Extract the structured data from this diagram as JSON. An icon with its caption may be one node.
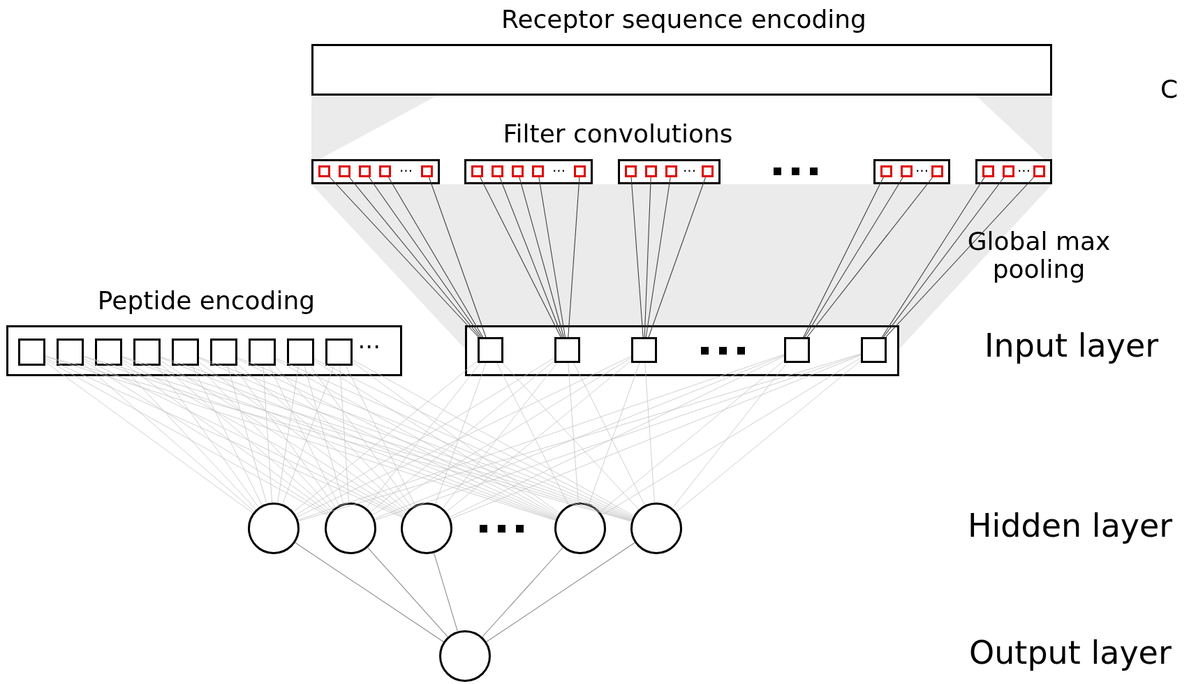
{
  "diagram": {
    "nodes": [
      {
        "text": [
          "Receptor sequence encoding"
        ]
      },
      {
        "text": [
          "···"
        ]
      },
      {
        "text": [],
        "shape": "box",
        "in": 1
      },
      {
        "text": [],
        "shape": "box",
        "in": 1
      },
      {
        "text": [],
        "shape": "box",
        "in": 1
      },
      {
        "text": [],
        "shape": "box",
        "in": 1
      },
      {
        "text": [],
        "shape": "box",
        "in": 1
      },
      {
        "text": [
          "···"
        ]
      },
      {
        "text": [],
        "shape": "box",
        "in": 7
      },
      {
        "text": [],
        "shape": "box",
        "in": 7
      },
      {
        "text": [],
        "shape": "box",
        "in": 7
      },
      {
        "text": [],
        "shape": "box",
        "in": 7
      },
      {
        "text": [],
        "shape": "box",
        "in": 7
      },
      {
        "text": [
          "···"
        ]
      },
      {
        "text": [],
        "shape": "box",
        "in": 13
      },
      {
        "text": [],
        "shape": "box",
        "in": 13
      },
      {
        "text": [],
        "shape": "box",
        "in": 13
      },
      {
        "text": [],
        "shape": "box",
        "in": 13
      },
      {
        "text": [
          "···"
        ]
      },
      {
        "text": [],
        "shape": "box",
        "in": 18
      },
      {
        "text": [],
        "shape": "box",
        "in": 18
      },
      {
        "text": [],
        "shape": "box",
        "in": 18
      },
      {
        "text": [
          "···"
        ]
      },
      {
        "text": [],
        "shape": "box",
        "in": 22
      },
      {
        "text": [],
        "shape": "box",
        "in": 22
      },
      {
        "text": [],
        "shape": "box",
        "in": 22
      },
      {
        "text": [
          "Peptide encoding",
          "···"
        ]
      },
      {
        "text": [],
        "shape": "box",
        "in": 26
      },
      {
        "text": [],
        "shape": "box",
        "in": 26
      },
      {
        "text": [],
        "shape": "box",
        "in": 26
      },
      {
        "text": [],
        "shape": "box",
        "in": 26
      },
      {
        "text": [],
        "shape": "box",
        "in": 26
      },
      {
        "text": [],
        "shape": "box",
        "in": 26
      },
      {
        "text": [],
        "shape": "box",
        "in": 26
      },
      {
        "text": [],
        "shape": "box",
        "in": 26
      },
      {
        "text": [],
        "shape": "box",
        "in": 26
      },
      {
        "text": [],
        "shape": "box"
      },
      {
        "text": [],
        "shape": "box",
        "in": 36
      },
      {
        "text": [],
        "shape": "box",
        "in": 36
      },
      {
        "text": [],
        "shape": "box",
        "in": 36
      },
      {
        "text": [],
        "shape": "box",
        "in": 36
      },
      {
        "text": [],
        "shape": "box",
        "in": 36
      },
      {
        "text": [],
        "shape": "circle"
      },
      {
        "text": [],
        "shape": "circle"
      },
      {
        "text": [],
        "shape": "circle"
      },
      {
        "text": [],
        "shape": "circle"
      },
      {
        "text": [],
        "shape": "circle"
      },
      {
        "text": [],
        "shape": "circle"
      }
    ],
    "edges": [
      {
        "from": 2,
        "to": 37,
        "arrow": "none",
        "color": "#404040"
      },
      {
        "from": 3,
        "to": 37,
        "arrow": "none",
        "color": "#404040"
      },
      {
        "from": 4,
        "to": 37,
        "arrow": "none",
        "color": "#404040"
      },
      {
        "from": 5,
        "to": 37,
        "arrow": "none",
        "color": "#404040"
      },
      {
        "from": 6,
        "to": 37,
        "arrow": "none",
        "color": "#404040"
      },
      {
        "from": 8,
        "to": 38,
        "arrow": "none",
        "color": "#404040"
      },
      {
        "from": 9,
        "to": 38,
        "arrow": "none",
        "color": "#404040"
      },
      {
        "from": 10,
        "to": 38,
        "arrow": "none",
        "color": "#404040"
      },
      {
        "from": 11,
        "to": 38,
        "arrow": "none",
        "color": "#404040"
      },
      {
        "from": 12,
        "to": 38,
        "arrow": "none",
        "color": "#404040"
      },
      {
        "from": 14,
        "to": 39,
        "arrow": "none",
        "color": "#404040"
      },
      {
        "from": 15,
        "to": 39,
        "arrow": "none",
        "color": "#404040"
      },
      {
        "from": 16,
        "to": 39,
        "arrow": "none",
        "color": "#404040"
      },
      {
        "from": 17,
        "to": 39,
        "arrow": "none",
        "color": "#404040"
      },
      {
        "from": 19,
        "to": 40,
        "arrow": "none",
        "color": "#404040"
      },
      {
        "from": 20,
        "to": 40,
        "arrow": "none",
        "color": "#404040"
      },
      {
        "from": 21,
        "to": 40,
        "arrow": "none",
        "color": "#404040"
      },
      {
        "from": 23,
        "to": 41,
        "arrow": "none",
        "color": "#404040"
      },
      {
        "from": 24,
        "to": 41,
        "arrow": "none",
        "color": "#404040"
      },
      {
        "from": 25,
        "to": 41,
        "arrow": "none",
        "color": "#404040"
      },
      {
        "from": 27,
        "to": 42,
        "arrow": "none"
      },
      {
        "from": 27,
        "to": 43,
        "arrow": "none"
      },
      {
        "from": 27,
        "to": 44,
        "arrow": "none"
      },
      {
        "from": 27,
        "to": 45,
        "arrow": "none"
      },
      {
        "from": 27,
        "to": 46,
        "arrow": "none"
      },
      {
        "from": 28,
        "to": 42,
        "arrow": "none"
      },
      {
        "from": 28,
        "to": 43,
        "arrow": "none"
      },
      {
        "from": 28,
        "to": 44,
        "arrow": "none"
      },
      {
        "from": 28,
        "to": 45,
        "arrow": "none"
      },
      {
        "from": 28,
        "to": 46,
        "arrow": "none"
      },
      {
        "from": 29,
        "to": 42,
        "arrow": "none"
      },
      {
        "from": 29,
        "to": 43,
        "arrow": "none"
      },
      {
        "from": 29,
        "to": 44,
        "arrow": "none"
      },
      {
        "from": 29,
        "to": 45,
        "arrow": "none"
      },
      {
        "from": 29,
        "to": 46,
        "arrow": "none"
      },
      {
        "from": 30,
        "to": 42,
        "arrow": "none"
      },
      {
        "from": 30,
        "to": 43,
        "arrow": "none"
      },
      {
        "from": 30,
        "to": 44,
        "arrow": "none"
      },
      {
        "from": 30,
        "to": 45,
        "arrow": "none"
      },
      {
        "from": 30,
        "to": 46,
        "arrow": "none"
      },
      {
        "from": 31,
        "to": 42,
        "arrow": "none"
      },
      {
        "from": 31,
        "to": 43,
        "arrow": "none"
      },
      {
        "from": 31,
        "to": 44,
        "arrow": "none"
      },
      {
        "from": 31,
        "to": 45,
        "arrow": "none"
      },
      {
        "from": 31,
        "to": 46,
        "arrow": "none"
      },
      {
        "from": 32,
        "to": 42,
        "arrow": "none"
      },
      {
        "from": 32,
        "to": 43,
        "arrow": "none"
      },
      {
        "from": 32,
        "to": 44,
        "arrow": "none"
      },
      {
        "from": 32,
        "to": 45,
        "arrow": "none"
      },
      {
        "from": 32,
        "to": 46,
        "arrow": "none"
      },
      {
        "from": 33,
        "to": 42,
        "arrow": "none"
      },
      {
        "from": 33,
        "to": 43,
        "arrow": "none"
      },
      {
        "from": 33,
        "to": 44,
        "arrow": "none"
      },
      {
        "from": 33,
        "to": 45,
        "arrow": "none"
      },
      {
        "from": 33,
        "to": 46,
        "arrow": "none"
      },
      {
        "from": 34,
        "to": 42,
        "arrow": "none"
      },
      {
        "from": 34,
        "to": 43,
        "arrow": "none"
      },
      {
        "from": 34,
        "to": 44,
        "arrow": "none"
      },
      {
        "from": 34,
        "to": 45,
        "arrow": "none"
      },
      {
        "from": 34,
        "to": 46,
        "arrow": "none"
      },
      {
        "from": 35,
        "to": 42,
        "arrow": "none"
      },
      {
        "from": 35,
        "to": 43,
        "arrow": "none"
      },
      {
        "from": 35,
        "to": 44,
        "arrow": "none"
      },
      {
        "from": 35,
        "to": 45,
        "arrow": "none"
      },
      {
        "from": 35,
        "to": 46,
        "arrow": "none"
      },
      {
        "from": 37,
        "to": 42,
        "arrow": "none"
      },
      {
        "from": 37,
        "to": 43,
        "arrow": "none"
      },
      {
        "from": 37,
        "to": 44,
        "arrow": "none"
      },
      {
        "from": 37,
        "to": 45,
        "arrow": "none"
      },
      {
        "from": 37,
        "to": 46,
        "arrow": "none"
      },
      {
        "from": 38,
        "to": 42,
        "arrow": "none"
      },
      {
        "from": 38,
        "to": 43,
        "arrow": "none"
      },
      {
        "from": 38,
        "to": 44,
        "arrow": "none"
      },
      {
        "from": 38,
        "to": 45,
        "arrow": "none"
      },
      {
        "from": 38,
        "to": 46,
        "arrow": "none"
      },
      {
        "from": 39,
        "to": 42,
        "arrow": "none"
      },
      {
        "from": 39,
        "to": 43,
        "arrow": "none"
      },
      {
        "from": 39,
        "to": 44,
        "arrow": "none"
      },
      {
        "from": 39,
        "to": 45,
        "arrow": "none"
      },
      {
        "from": 39,
        "to": 46,
        "arrow": "none"
      },
      {
        "from": 40,
        "to": 42,
        "arrow": "none"
      },
      {
        "from": 40,
        "to": 43,
        "arrow": "none"
      },
      {
        "from": 40,
        "to": 44,
        "arrow": "none"
      },
      {
        "from": 40,
        "to": 45,
        "arrow": "none"
      },
      {
        "from": 40,
        "to": 46,
        "arrow": "none"
      },
      {
        "from": 41,
        "to": 42,
        "arrow": "none"
      },
      {
        "from": 41,
        "to": 43,
        "arrow": "none"
      },
      {
        "from": 41,
        "to": 44,
        "arrow": "none"
      },
      {
        "from": 41,
        "to": 45,
        "arrow": "none"
      },
      {
        "from": 41,
        "to": 46,
        "arrow": "none"
      },
      {
        "from": 42,
        "to": 47,
        "arrow": "none",
        "color": "#8c8c8c"
      },
      {
        "from": 43,
        "to": 47,
        "arrow": "none",
        "color": "#8c8c8c"
      },
      {
        "from": 44,
        "to": 47,
        "arrow": "none",
        "color": "#8c8c8c"
      },
      {
        "from": 45,
        "to": 47,
        "arrow": "none",
        "color": "#8c8c8c"
      },
      {
        "from": 46,
        "to": 47,
        "arrow": "none",
        "color": "#8c8c8c"
      }
    ],
    "labels": [
      "C",
      "Filter convolutions",
      "Global max pooling",
      "Input layer",
      "Hidden layer",
      "Output layer"
    ]
  }
}
